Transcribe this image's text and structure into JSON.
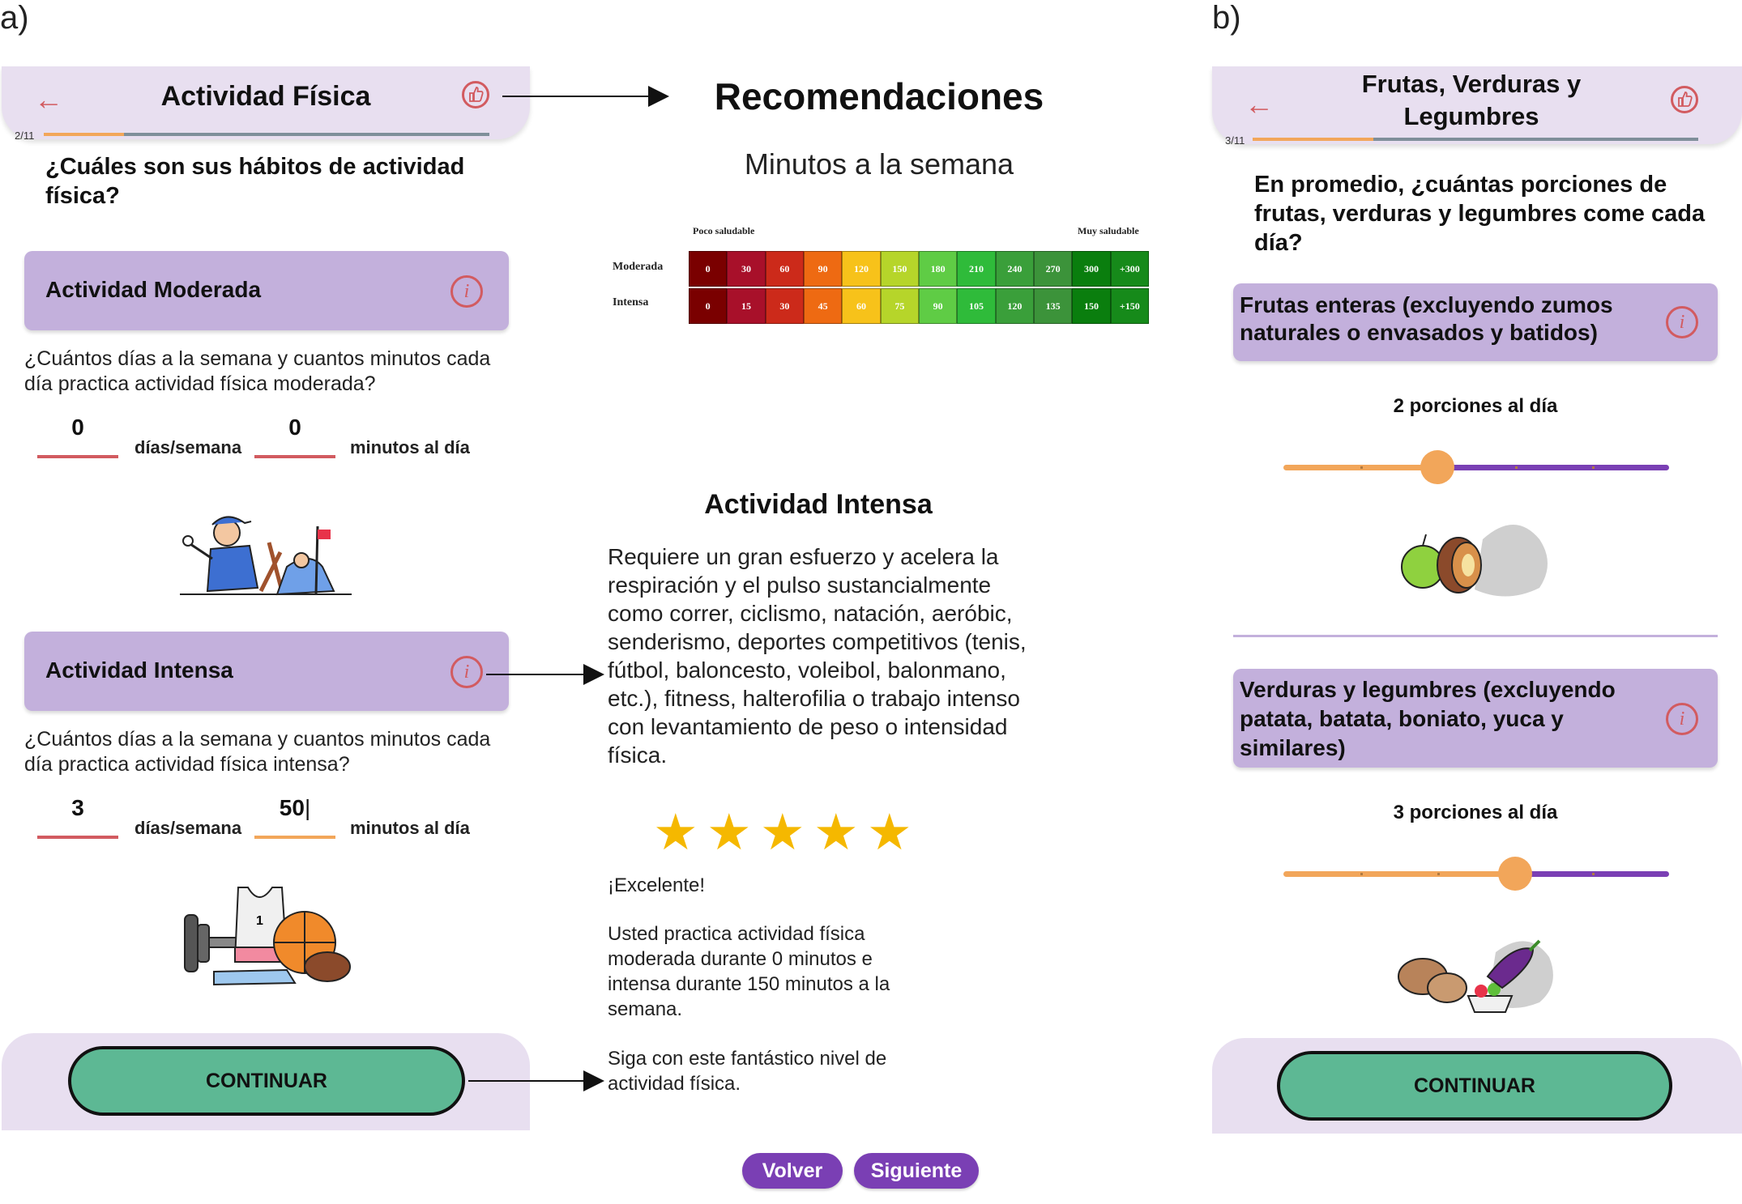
{
  "panel_a": {
    "label": "a)",
    "header_title": "Actividad Física",
    "progress": "2/11",
    "progress_value": 0.18,
    "question": "¿Cuáles son sus hábitos de actividad física?",
    "moderate": {
      "title": "Actividad Moderada",
      "question": "¿Cuántos días a la semana y cuantos minutos cada día practica actividad física moderada?",
      "days_value": "0",
      "days_unit": "días/semana",
      "minutes_value": "0",
      "minutes_unit": "minutos al día"
    },
    "intense": {
      "title": "Actividad Intensa",
      "question": "¿Cuántos días a la semana y cuantos minutos cada día practica actividad física intensa?",
      "days_value": "3",
      "days_unit": "días/semana",
      "minutes_value": "50",
      "minutes_unit": "minutos al día"
    },
    "continue_label": "CONTINUAR"
  },
  "recommendations": {
    "title": "Recomendaciones",
    "subtitle": "Minutos a la semana",
    "scale_low": "Poco saludable",
    "scale_high": "Muy saludable",
    "rows": [
      {
        "label": "Moderada",
        "values": [
          "0",
          "30",
          "60",
          "90",
          "120",
          "150",
          "180",
          "210",
          "240",
          "270",
          "300",
          "+300"
        ]
      },
      {
        "label": "Intensa",
        "values": [
          "0",
          "15",
          "30",
          "45",
          "60",
          "75",
          "90",
          "105",
          "120",
          "135",
          "150",
          "+150"
        ]
      }
    ],
    "colors": [
      "#7a0000",
      "#a8102a",
      "#cc2a1a",
      "#ee6a12",
      "#f7c21a",
      "#b6d52a",
      "#5fcc45",
      "#2fbb3a",
      "#3a9f3a",
      "#3c933a",
      "#0a7e0e",
      "#168a1a"
    ]
  },
  "intense_info": {
    "title": "Actividad Intensa",
    "description": "Requiere un gran esfuerzo y acelera la respiración y el pulso sustancialmente como correr, ciclismo, natación, aeróbic, senderismo, deportes competitivos (tenis, fútbol, baloncesto, voleibol, balonmano, etc.), fitness, halterofilia o trabajo intenso con levantamiento de peso o intensidad física.",
    "stars_filled": 5,
    "stars_total": 5,
    "rating_label": "¡Excelente!",
    "summary": "Usted practica actividad física moderada durante 0 minutos e intensa durante 150 minutos a la semana.",
    "encouragement": "Siga con este fantástico nivel de actividad física.",
    "back_button": "Volver",
    "next_button": "Siguiente"
  },
  "panel_b": {
    "label": "b)",
    "header_title": "Frutas, Verduras y Legumbres",
    "progress": "3/11",
    "progress_value": 0.27,
    "question": "En promedio, ¿cuántas porciones de frutas, verduras y legumbres come cada día?",
    "fruits": {
      "title": "Frutas enteras (excluyendo zumos naturales o envasados y batidos)",
      "slider_label": "2 porciones al día",
      "slider_value": 2,
      "slider_max": 5
    },
    "vegetables": {
      "title": "Verduras y legumbres (excluyendo patata, batata, boniato, yuca y similares)",
      "slider_label": "3 porciones al día",
      "slider_value": 3,
      "slider_max": 5
    },
    "continue_label": "CONTINUAR"
  },
  "icons": {
    "back": "arrow-left-icon",
    "like": "thumbs-up-icon",
    "info": "info-icon",
    "star": "star-icon"
  },
  "theme": {
    "header_bg": "#e8dff0",
    "card_bg": "#c3b0dc",
    "accent_red": "#d25b60",
    "accent_orange": "#f2a65a",
    "purple": "#7a3fb4",
    "green_button": "#5db894"
  }
}
